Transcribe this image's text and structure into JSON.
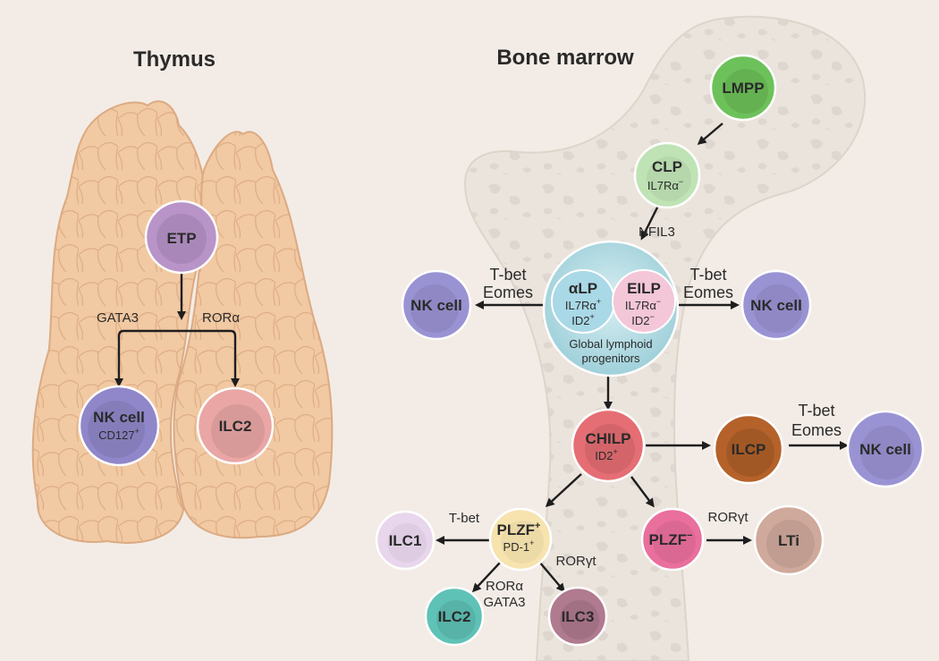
{
  "titles": {
    "thymus": "Thymus",
    "bone_marrow": "Bone marrow"
  },
  "cells": {
    "etp": {
      "name": "ETP",
      "color": "#b592cc"
    },
    "nk_thymus": {
      "name": "NK cell",
      "marker": "CD127",
      "marker_sup": "+",
      "color": "#8f87c9"
    },
    "ilc2_thymus": {
      "name": "ILC2",
      "color": "#e9a6a4"
    },
    "lmpp": {
      "name": "LMPP",
      "color": "#6dc15a"
    },
    "clp": {
      "name": "CLP",
      "marker": "IL7Rα",
      "marker_sup": "−",
      "color": "#bfe3b5"
    },
    "alp": {
      "name": "αLP",
      "marker1": "IL7Rα",
      "marker1_sup": "+",
      "marker2": "ID2",
      "marker2_sup": "+",
      "color": "#a9d8e6"
    },
    "eilp": {
      "name": "EILP",
      "marker1": "IL7Rα",
      "marker1_sup": "−",
      "marker2": "ID2",
      "marker2_sup": "−",
      "color": "#f3c6d8"
    },
    "glp": {
      "label1": "Global lymphoid",
      "label2": "progenitors",
      "color": "#bfe2e8"
    },
    "nk_left": {
      "name": "NK cell",
      "color": "#9a93d3"
    },
    "nk_right": {
      "name": "NK cell",
      "color": "#9a93d3"
    },
    "chilp": {
      "name": "CHILP",
      "marker": "ID2",
      "marker_sup": "+",
      "color": "#e56e74"
    },
    "ilcp": {
      "name": "ILCP",
      "color": "#b5622a"
    },
    "nk_far": {
      "name": "NK cell",
      "color": "#9a93d3"
    },
    "plzf_pos": {
      "name": "PLZF",
      "name_sup": "+",
      "marker": "PD-1",
      "marker_sup": "+",
      "color": "#f6e3ae"
    },
    "plzf_neg": {
      "name": "PLZF",
      "name_sup": "−",
      "color": "#e96f9c"
    },
    "ilc1": {
      "name": "ILC1",
      "color": "#e8d6ec"
    },
    "ilc2_bm": {
      "name": "ILC2",
      "color": "#5fc2b7"
    },
    "ilc3": {
      "name": "ILC3",
      "color": "#b07a8f"
    },
    "lti": {
      "name": "LTi",
      "color": "#cfa99b"
    }
  },
  "labels": {
    "gata3_thymus": "GATA3",
    "rora_thymus": "RORα",
    "nfil3": "NFIL3",
    "tbet_left": "T-bet",
    "eomes_left": "Eomes",
    "tbet_right": "T-bet",
    "eomes_right": "Eomes",
    "tbet_ilcp": "T-bet",
    "eomes_ilcp": "Eomes",
    "tbet_ilc1": "T-bet",
    "rorgt_lti": "RORγt",
    "rorgt_ilc3": "RORγt",
    "rora_ilc2": "RORα",
    "gata3_ilc2": "GATA3"
  }
}
